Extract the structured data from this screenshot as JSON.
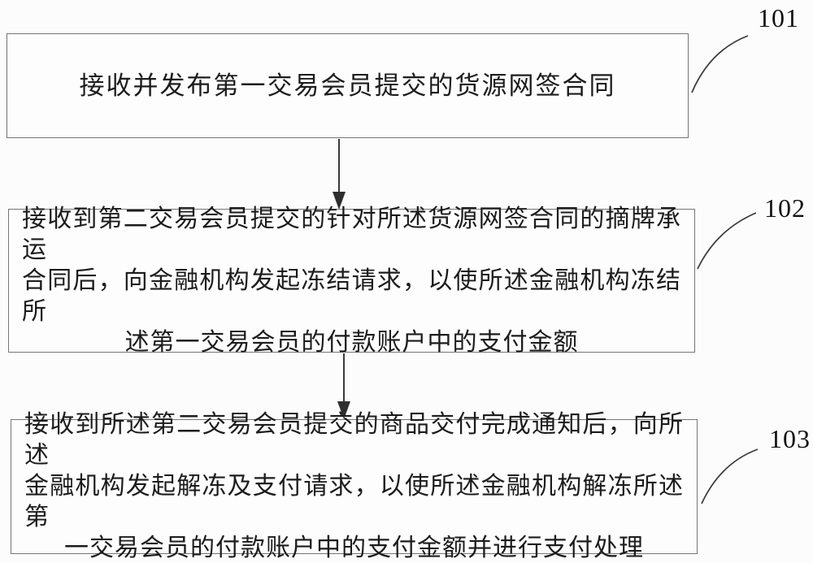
{
  "figure": {
    "type": "flowchart",
    "steps": [
      {
        "ref": "101",
        "lines": [
          "接收并发布第一交易会员提交的货源网签合同"
        ]
      },
      {
        "ref": "102",
        "lines": [
          "接收到第二交易会员提交的针对所述货源网签合同的摘牌承运",
          "合同后，向金融机构发起冻结请求，以使所述金融机构冻结所",
          "述第一交易会员的付款账户中的支付金额"
        ]
      },
      {
        "ref": "103",
        "lines": [
          "接收到所述第二交易会员提交的商品交付完成通知后，向所述",
          "金融机构发起解冻及支付请求，以使所述金融机构解冻所述第",
          "一交易会员的付款账户中的支付金额并进行支付处理"
        ]
      }
    ],
    "colors": {
      "background": "#fcfcfc",
      "box_border": "#757575",
      "text": "#1c1c1c",
      "arrow": "#2e2e2e",
      "leader_line": "#3a3a3a"
    }
  }
}
